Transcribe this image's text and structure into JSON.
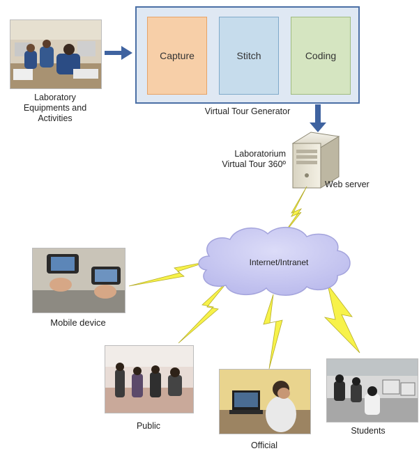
{
  "source": {
    "label": "Laboratory\nEquipments and\nActivities"
  },
  "generator": {
    "title": "Virtual Tour Generator",
    "stages": [
      {
        "label": "Capture",
        "color": "#f7cfa8",
        "border": "#e7a366"
      },
      {
        "label": "Stitch",
        "color": "#c6dcec",
        "border": "#7fa9c9"
      },
      {
        "label": "Coding",
        "color": "#d5e5c1",
        "border": "#9fbb7f"
      }
    ]
  },
  "server": {
    "caption": "Laboratorium\nVirtual Tour 360º",
    "label": "Web server"
  },
  "network": {
    "label": "Internet/Intranet"
  },
  "clients": [
    {
      "label": "Mobile device"
    },
    {
      "label": "Public"
    },
    {
      "label": "Official"
    },
    {
      "label": "Students"
    }
  ],
  "colors": {
    "frame_fill": "#dfe8f3",
    "frame_border": "#4a6fa5",
    "arrow": "#3f63a0",
    "cloud": "#c9c9f1",
    "lightning": "#f7f24a"
  }
}
